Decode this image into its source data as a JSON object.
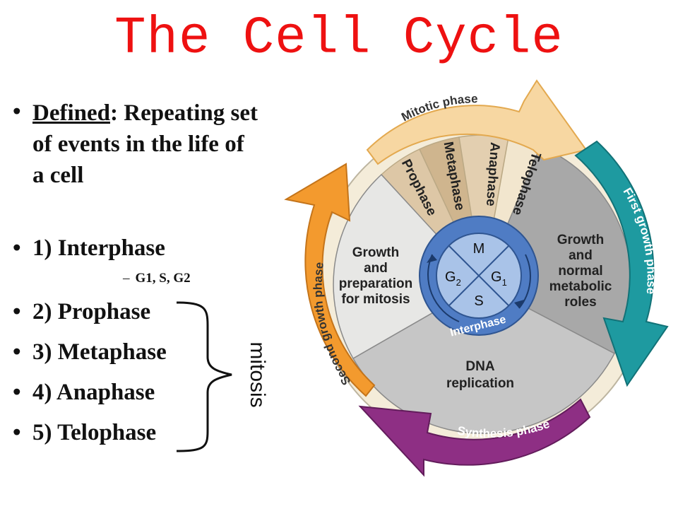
{
  "title": "The Cell Cycle",
  "bullets": {
    "defined_term": "Defined",
    "defined_colon": ":",
    "defined_text": "Repeating set of events in the life of a cell",
    "interphase": "1) Interphase",
    "interphase_sub": "G1, S, G2",
    "prophase": "2) Prophase",
    "metaphase": "3) Metaphase",
    "anaphase": "4) Anaphase",
    "telophase": "5) Telophase",
    "bullet_char": "•",
    "dash_char": "–"
  },
  "bracket_label": "mitosis",
  "diagram": {
    "arcs": {
      "mitotic": "Mitotic phase",
      "first_growth": "First growth phase",
      "synthesis": "Synthesis phase",
      "second_growth": "Second growth phase"
    },
    "mitosis_sectors": [
      "Prophase",
      "Metaphase",
      "Anaphase",
      "Telophase"
    ],
    "sectors": {
      "g1": [
        "Growth",
        "and",
        "normal",
        "metabolic",
        "roles"
      ],
      "s": [
        "DNA",
        "replication"
      ],
      "g2": [
        "Growth",
        "and",
        "preparation",
        "for mitosis"
      ]
    },
    "hub": {
      "m": "M",
      "g1": "G",
      "g1_sub": "1",
      "g2": "G",
      "g2_sub": "2",
      "s": "S",
      "interphase": "Interphase"
    }
  },
  "colors": {
    "title": "#ee1111",
    "orange": "#f39a2e",
    "teal": "#1e9aa0",
    "purple": "#8e2f84",
    "hub_blue": "#4f7cc4",
    "hub_light": "#a9c3e8"
  }
}
